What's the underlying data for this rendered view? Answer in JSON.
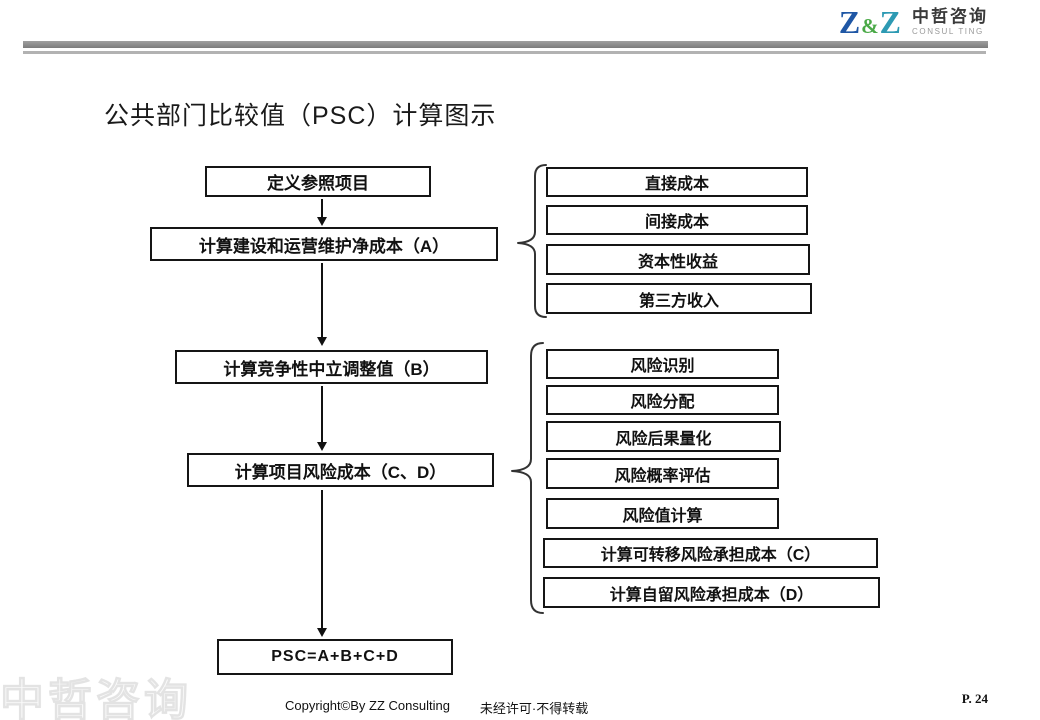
{
  "logo": {
    "z_left": "Z",
    "ampersand": "&",
    "z_right": "Z",
    "company_cn": "中哲咨询",
    "company_en": "CONSUL TING",
    "colors": {
      "z_left": "#1f57a5",
      "ampersand": "#4aa947",
      "z_right": "#2d9ab3"
    }
  },
  "title": "公共部门比较值（PSC）计算图示",
  "flowchart": {
    "steps": [
      {
        "label": "定义参照项目"
      },
      {
        "label": "计算建设和运营维护净成本（A）"
      },
      {
        "label": "计算竞争性中立调整值（B）"
      },
      {
        "label": "计算项目风险成本（C、D）"
      },
      {
        "label": "PSC=A+B+C+D"
      }
    ],
    "cost_components": [
      "直接成本",
      "间接成本",
      "资本性收益",
      "第三方收入"
    ],
    "risk_steps": [
      "风险识别",
      "风险分配",
      "风险后果量化",
      "风险概率评估",
      "风险值计算",
      "计算可转移风险承担成本（C）",
      "计算自留风险承担成本（D）"
    ]
  },
  "footer": {
    "copyright": "Copyright©By ZZ Consulting",
    "notice": "未经许可·不得转载",
    "page_number": "P. 24",
    "watermark": "中哲咨询"
  }
}
